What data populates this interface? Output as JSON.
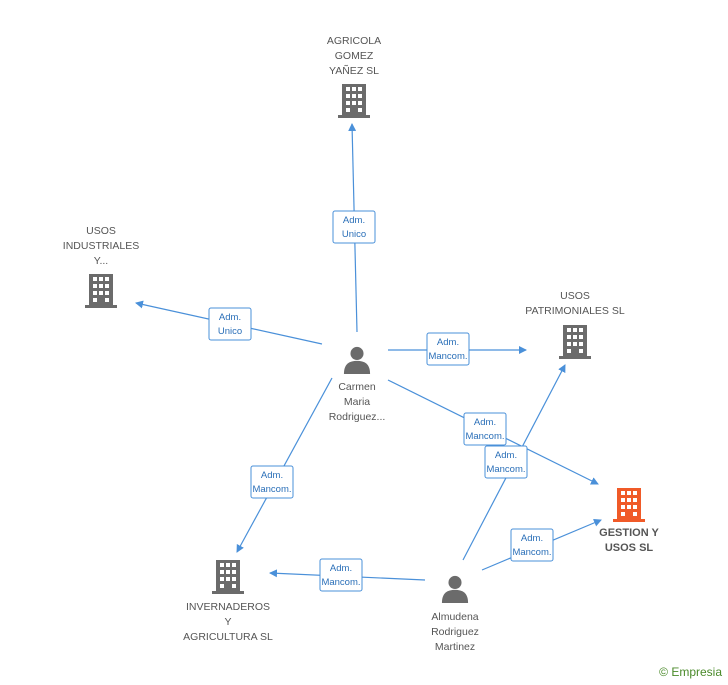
{
  "companies": [
    {
      "id": "agricola",
      "label": [
        "AGRICOLA",
        "GOMEZ",
        "YAÑEZ SL"
      ],
      "primary": false
    },
    {
      "id": "usos_ind",
      "label": [
        "USOS",
        "INDUSTRIALES",
        "Y..."
      ],
      "primary": false
    },
    {
      "id": "usos_pat",
      "label": [
        "USOS",
        "PATRIMONIALES SL"
      ],
      "primary": false
    },
    {
      "id": "gestion",
      "label": [
        "GESTION Y",
        "USOS SL"
      ],
      "primary": true
    },
    {
      "id": "invern",
      "label": [
        "INVERNADEROS",
        "Y",
        "AGRICULTURA SL"
      ],
      "primary": false
    }
  ],
  "persons": [
    {
      "id": "carmen",
      "label": [
        "Carmen",
        "Maria",
        "Rodriguez..."
      ]
    },
    {
      "id": "almudena",
      "label": [
        "Almudena",
        "Rodriguez",
        "Martinez"
      ]
    }
  ],
  "edges": [
    {
      "from": "carmen",
      "to": "agricola",
      "label": [
        "Adm.",
        "Unico"
      ]
    },
    {
      "from": "carmen",
      "to": "usos_ind",
      "label": [
        "Adm.",
        "Unico"
      ]
    },
    {
      "from": "carmen",
      "to": "usos_pat",
      "label": [
        "Adm.",
        "Mancom."
      ]
    },
    {
      "from": "carmen",
      "to": "gestion",
      "label": [
        "Adm.",
        "Mancom."
      ]
    },
    {
      "from": "carmen",
      "to": "invern",
      "label": [
        "Adm.",
        "Mancom."
      ]
    },
    {
      "from": "almudena",
      "to": "usos_pat",
      "label": [
        "Adm.",
        "Mancom."
      ]
    },
    {
      "from": "almudena",
      "to": "gestion",
      "label": [
        "Adm.",
        "Mancom."
      ]
    },
    {
      "from": "almudena",
      "to": "invern",
      "label": [
        "Adm.",
        "Mancom."
      ]
    }
  ],
  "colors": {
    "edge": "#4a90d9",
    "company": "#6b6b6b",
    "primary_company": "#f05a28",
    "person": "#6b6b6b"
  },
  "brand": {
    "copyright": "©",
    "name": "Empresia"
  }
}
